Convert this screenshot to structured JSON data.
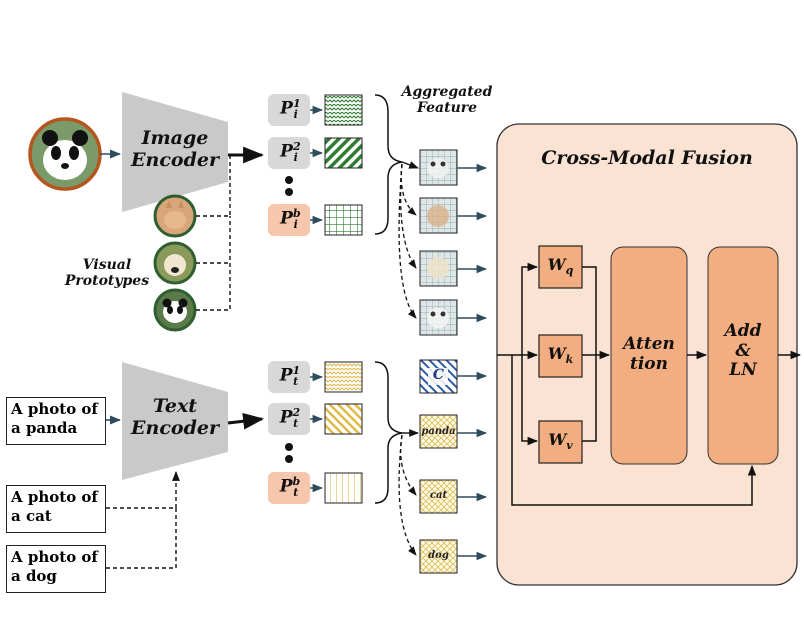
{
  "encoders": {
    "image": "Image\nEncoder",
    "text": "Text\nEncoder"
  },
  "visual_prototypes_label": "Visual\nPrototypes",
  "aggregated_feature_label": "Aggregated\nFeature",
  "prompts": {
    "image": [
      {
        "base": "P",
        "sup": "1",
        "sub": "i"
      },
      {
        "base": "P",
        "sup": "2",
        "sub": "i"
      },
      {
        "base": "P",
        "sup": "b",
        "sub": "i"
      }
    ],
    "text": [
      {
        "base": "P",
        "sup": "1",
        "sub": "t"
      },
      {
        "base": "P",
        "sup": "2",
        "sub": "t"
      },
      {
        "base": "P",
        "sup": "b",
        "sub": "t"
      }
    ]
  },
  "text_inputs": [
    "A photo of\na panda",
    "A photo of\na cat",
    "A photo of\na dog"
  ],
  "text_features": [
    "C",
    "panda",
    "cat",
    "dog"
  ],
  "fusion": {
    "title": "Cross-Modal Fusion",
    "weights": [
      {
        "base": "W",
        "sub": "q"
      },
      {
        "base": "W",
        "sub": "k"
      },
      {
        "base": "W",
        "sub": "v"
      }
    ],
    "attention": "Atten\ntion",
    "add_ln": "Add\n&\nLN"
  },
  "colors": {
    "encoder": "#c9c9c9",
    "prompt_grey": "#d8d8d8",
    "prompt_orange": "#f6c7ad",
    "fusion_bg": "#fbe3d4",
    "block": "#f2ad80",
    "arrow": "#2e4c5e",
    "green_pattern": "#2e7d32",
    "yellow_pattern": "#e0b84a",
    "blue_pattern": "#2a5ba8"
  }
}
